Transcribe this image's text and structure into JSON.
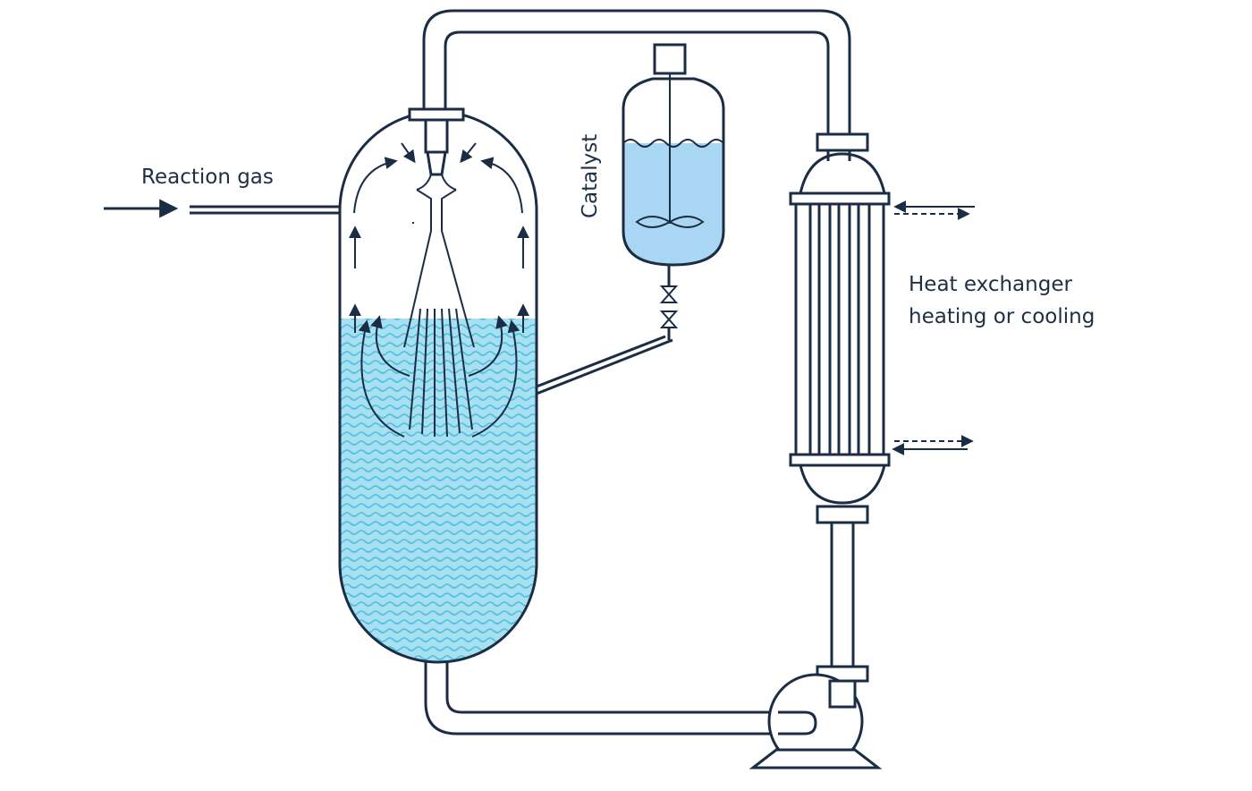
{
  "labels": {
    "reaction_gas": "Reaction gas",
    "catalyst": "Catalyst",
    "heat_exchanger_line1": "Heat exchanger",
    "heat_exchanger_line2": "heating or cooling"
  },
  "colors": {
    "ink": "#1b2d44",
    "liquid": "#9fd8ef",
    "liquid_wave": "#4fc1de",
    "catalyst_liquid": "#a9d6f3",
    "text": "#1f2f44"
  }
}
